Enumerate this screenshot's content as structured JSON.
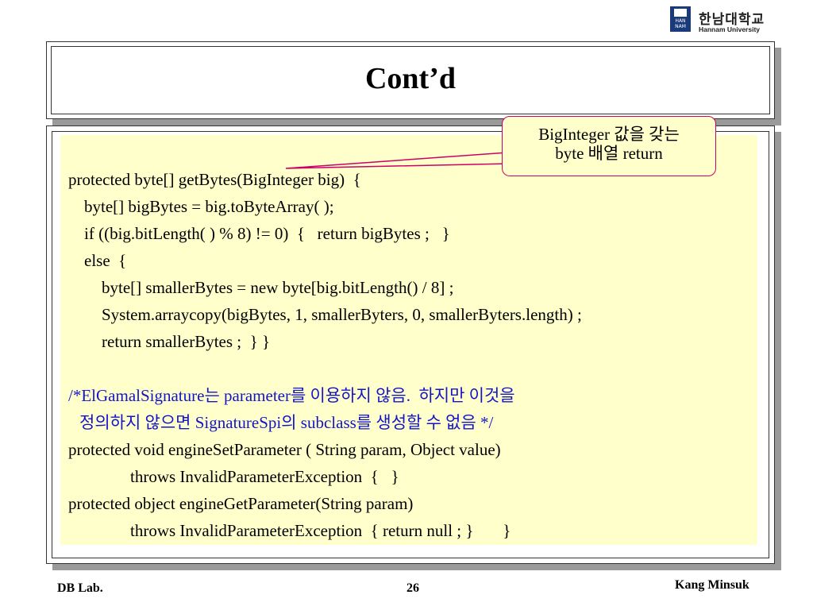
{
  "logo": {
    "korean": "한남대학교",
    "english": "Hannam University",
    "mark": "HAN NAM"
  },
  "slide": {
    "title": "Cont’d"
  },
  "callout": {
    "line1": "BigInteger 값을 갖는",
    "line2": "byte 배열 return"
  },
  "code": {
    "lines": [
      "protected byte[] getBytes(BigInteger big)  {",
      "byte[] bigBytes = big.toByteArray( );",
      "if ((big.bitLength( ) % 8) != 0)  {   return bigBytes ;   }",
      "else  {",
      "byte[] smallerBytes = new byte[big.bitLength() / 8] ;",
      "System.arraycopy(bigBytes, 1, smallerByters, 0, smallerByters.length) ;",
      "return smallerBytes ;  } }"
    ],
    "comment1": "/*ElGamalSignature는 parameter를 이용하지 않음.  하지만 이것을",
    "comment2": "정의하지 않으면 SignatureSpi의 subclass를 생성할 수 없음 */",
    "lines2": [
      "protected void engineSetParameter ( String param, Object value)",
      "throws InvalidParameterException  {   }",
      "protected object engineGetParameter(String param)",
      "throws InvalidParameterException  { return null ; }       }"
    ]
  },
  "footer": {
    "left": "DB Lab.",
    "page": "26",
    "right": "Kang Minsuk"
  }
}
